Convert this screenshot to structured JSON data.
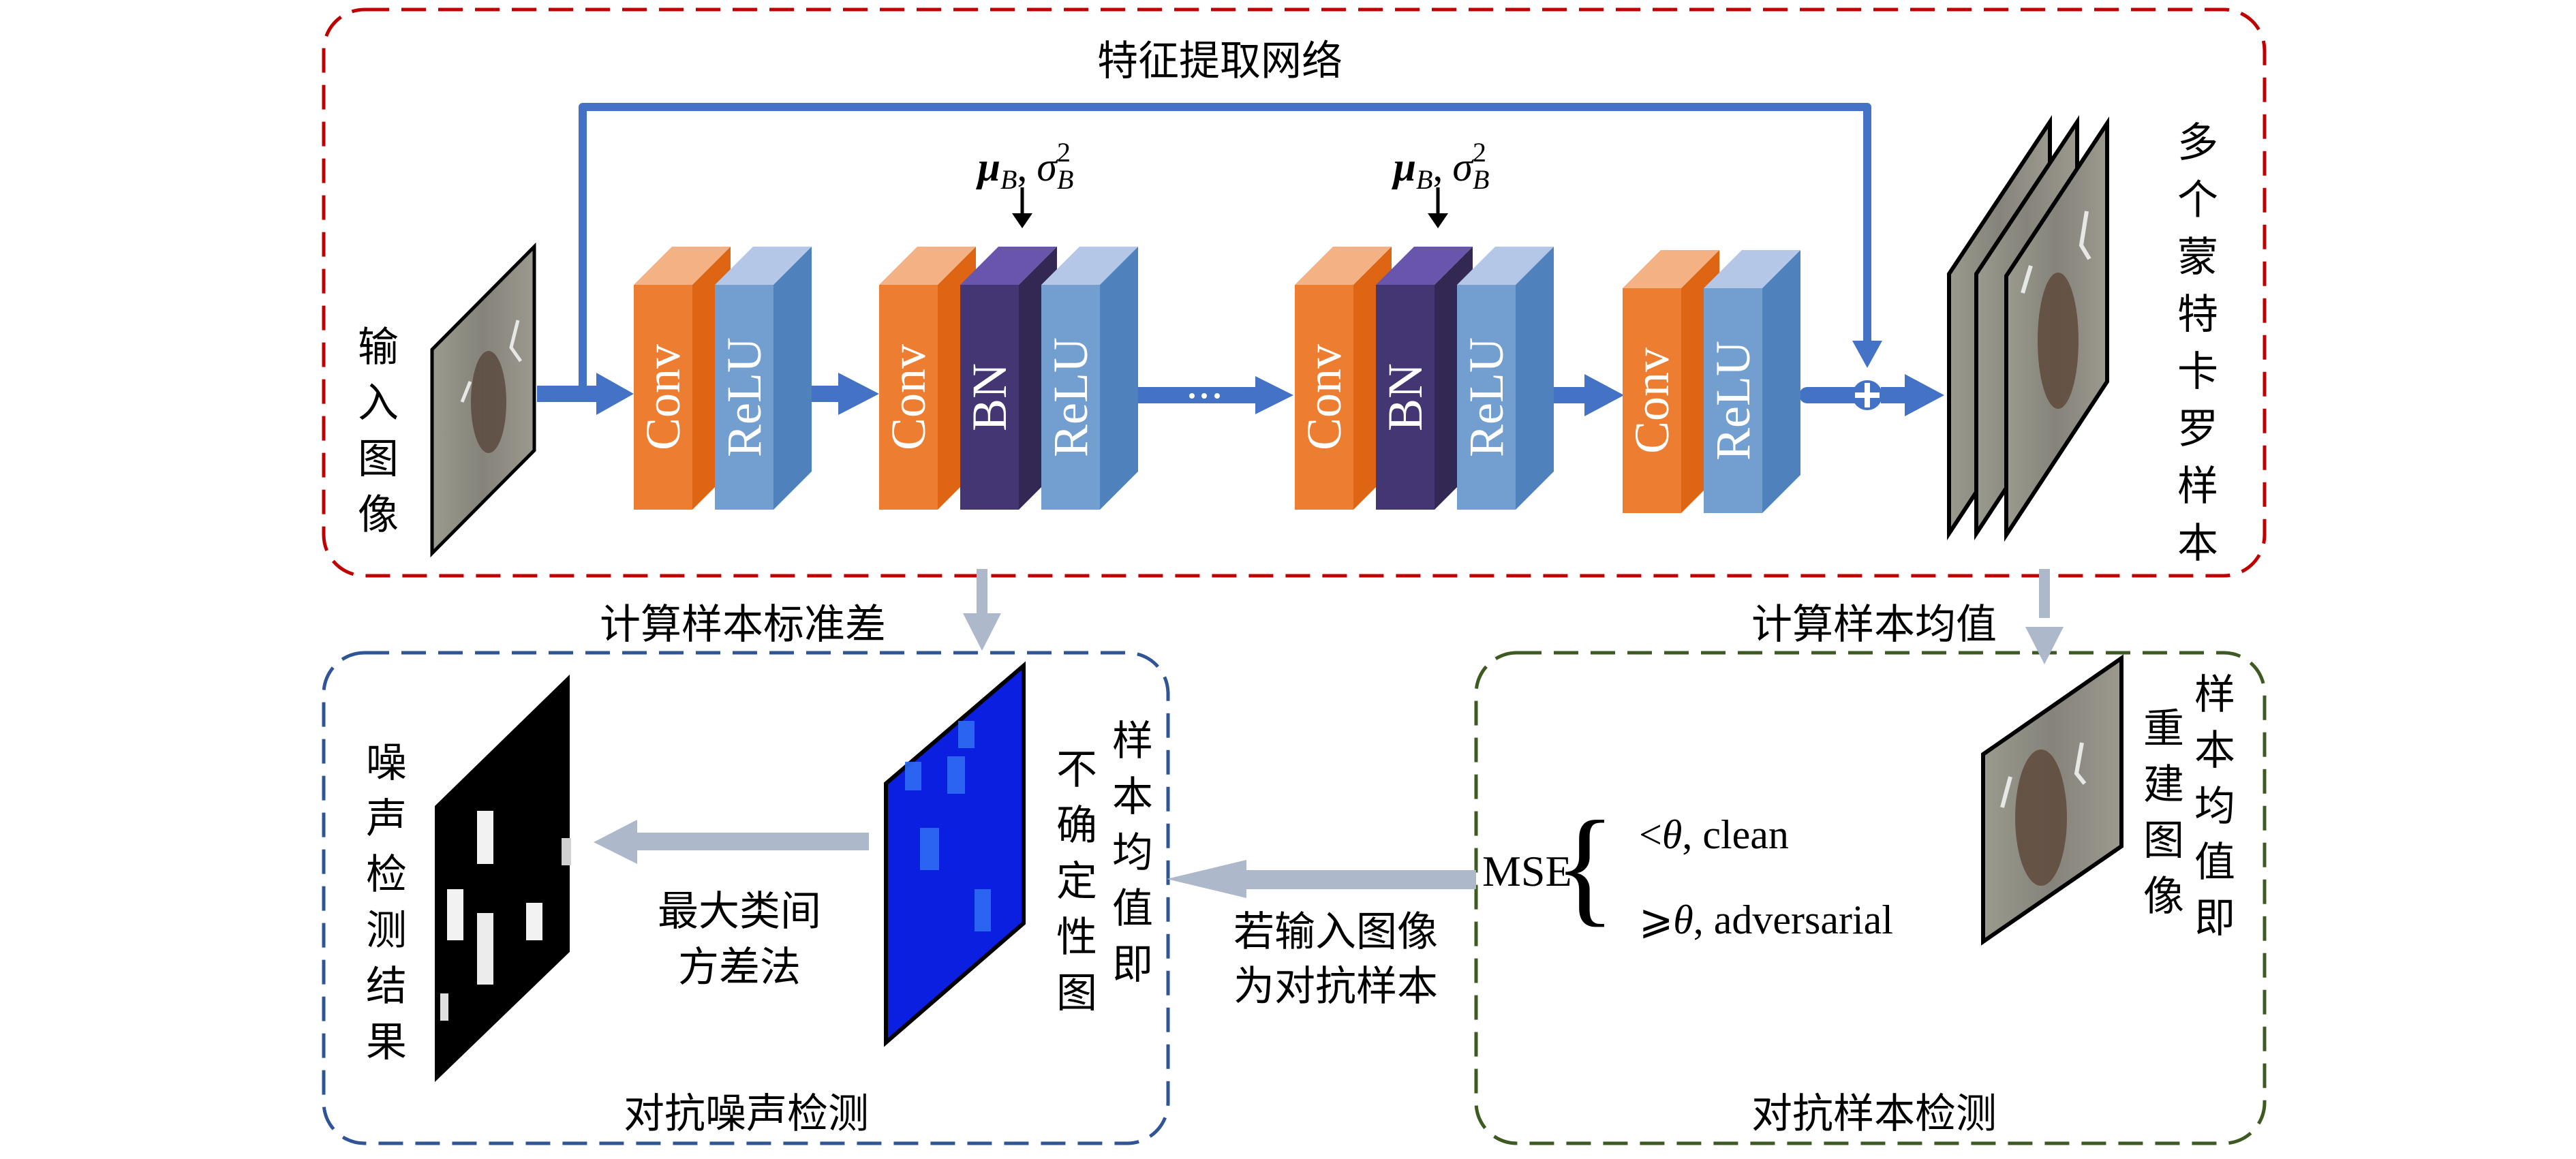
{
  "colors": {
    "feature_box_border": "#c00000",
    "noise_box_border": "#2f5597",
    "adv_box_border": "#3d5a23",
    "flow_arrow": "#4472c4",
    "gray_arrow": "#adb9ca",
    "conv_front": "#ed7d31",
    "conv_side": "#dd6513",
    "conv_top": "#f4b183",
    "relu_front": "#729fcf",
    "relu_side": "#4f81bd",
    "relu_top": "#b4c7e7",
    "bn_front": "#433673",
    "bn_side": "#322853",
    "bn_top": "#6a55ad",
    "uncertainty_map": "#0b1fe0",
    "noise_result": "#000000",
    "photo_tone": "#8b8b80"
  },
  "feature_network": {
    "title": "特征提取网络",
    "input_label": "输入图像",
    "output_label": "多个蒙特卡罗样本",
    "bn_stats_label": {
      "mu": "μ",
      "sub": "B",
      "sep": ",",
      "sigma": "σ",
      "sup": "2"
    },
    "ellipsis": "…",
    "blocks": [
      {
        "group": 1,
        "layers": [
          "Conv",
          "ReLU"
        ]
      },
      {
        "group": 2,
        "layers": [
          "Conv",
          "BN",
          "ReLU"
        ]
      },
      {
        "group": 3,
        "layers": [
          "Conv",
          "BN",
          "ReLU"
        ]
      },
      {
        "group": 4,
        "layers": [
          "Conv",
          "ReLU"
        ]
      }
    ],
    "skip_connection": "plus-node"
  },
  "arrows": {
    "std_label": "计算样本标准差",
    "mean_label": "计算样本均值",
    "if_adversarial_label_line1": "若输入图像",
    "if_adversarial_label_line2": "为对抗样本",
    "otsu_label_line1": "最大类间",
    "otsu_label_line2": "方差法"
  },
  "noise_detection": {
    "title": "对抗噪声检测",
    "uncertainty_label_col1": "不确定性图",
    "uncertainty_label_col2": "样本均值即",
    "result_label": "噪声检测结果"
  },
  "adversarial_detection": {
    "title": "对抗样本检测",
    "recon_label_col1": "重建图像",
    "recon_label_col2": "样本均值即",
    "mse": "MSE",
    "case_clean": {
      "op": "<",
      "theta": "θ",
      "text": ", clean"
    },
    "case_adv": {
      "op": "⩾",
      "theta": "θ",
      "text": ", adversarial"
    }
  }
}
